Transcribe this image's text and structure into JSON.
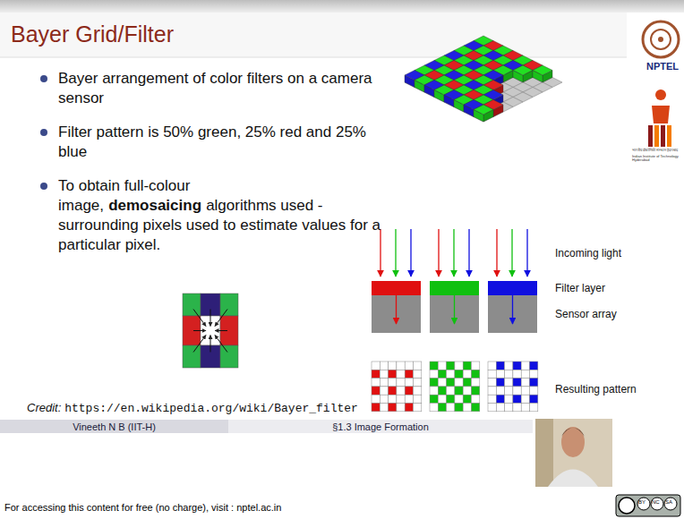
{
  "diagram": {
    "title": "Bayer Grid/Filter",
    "nodes": [
      {
        "text": [
          "Vineeth N B (IIT-H)"
        ]
      },
      {
        "text": [
          "§1.3 Image Formation"
        ]
      }
    ],
    "labels": [
      "Bayer arrangement of color filters on a camera sensor",
      "Filter pattern is 50% green, 25% red and 25% blue",
      "To obtain full-colour image,",
      "demosaicing",
      "algorithms used - surrounding pixels used to estimate values for a particular pixel.",
      "Incoming light",
      "Filter layer",
      "Sensor array",
      "Resulting pattern",
      "Credit:",
      "https://en.wikipedia.org/wiki/Bayer_filter",
      "NPTEL",
      "भारतीय प्रौद्योगिकी संस्थान हैदराबाद",
      "Indian Institute of Technology Hyderabad",
      "For accessing this content for free (no charge), visit : nptel.ac.in",
      "BY",
      "NC",
      "SA"
    ]
  }
}
